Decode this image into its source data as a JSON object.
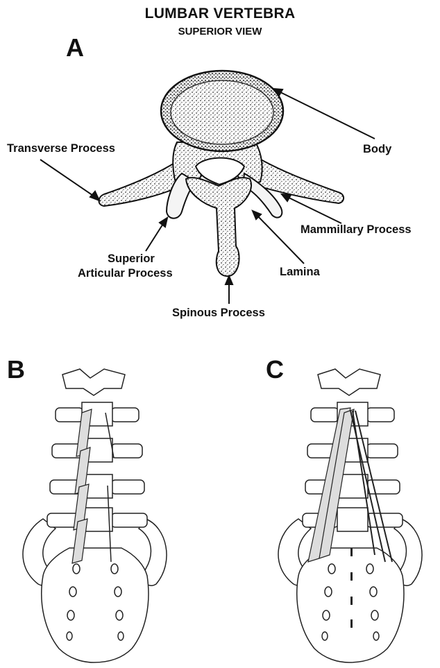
{
  "title": "LUMBAR VERTEBRA",
  "subtitle": "SUPERIOR VIEW",
  "panels": {
    "a": "A",
    "b": "B",
    "c": "C"
  },
  "labels": {
    "transverse_process": "Transverse Process",
    "body": "Body",
    "mammillary_process": "Mammillary Process",
    "superior_line1": "Superior",
    "superior_line2": "Articular Process",
    "lamina": "Lamina",
    "spinous_process": "Spinous Process"
  }
}
